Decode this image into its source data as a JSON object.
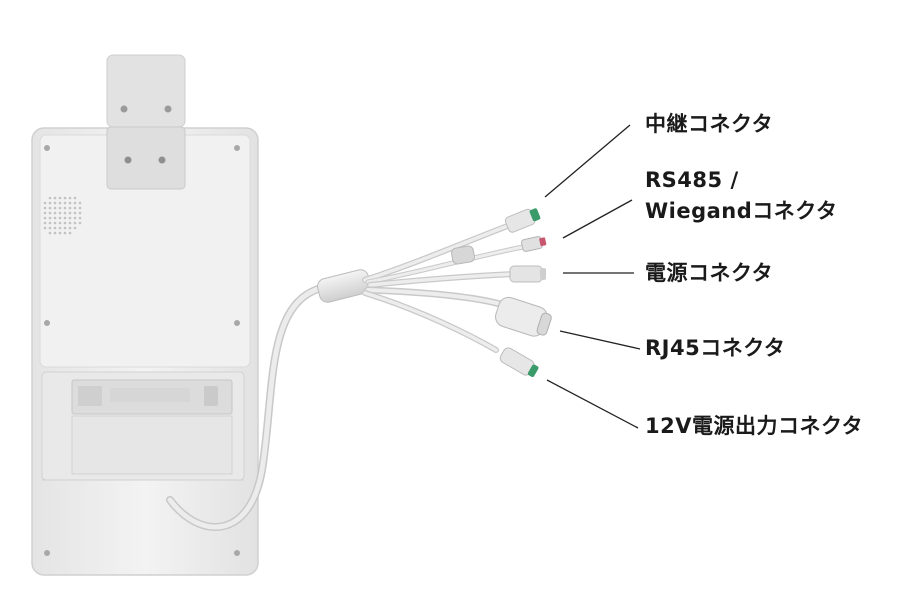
{
  "labels": {
    "relay": "中継コネクタ",
    "rs485_line1": "RS485 /",
    "rs485_line2": "Wiegandコネクタ",
    "power": "電源コネクタ",
    "rj45": "RJ45コネクタ",
    "out12v": "12V電源出力コネクタ"
  },
  "colors": {
    "device_body": "#ececec",
    "device_edge": "#cfcfcf",
    "cable": "#dcdcdc",
    "leader": "#222222",
    "text": "#1a1a1a"
  }
}
